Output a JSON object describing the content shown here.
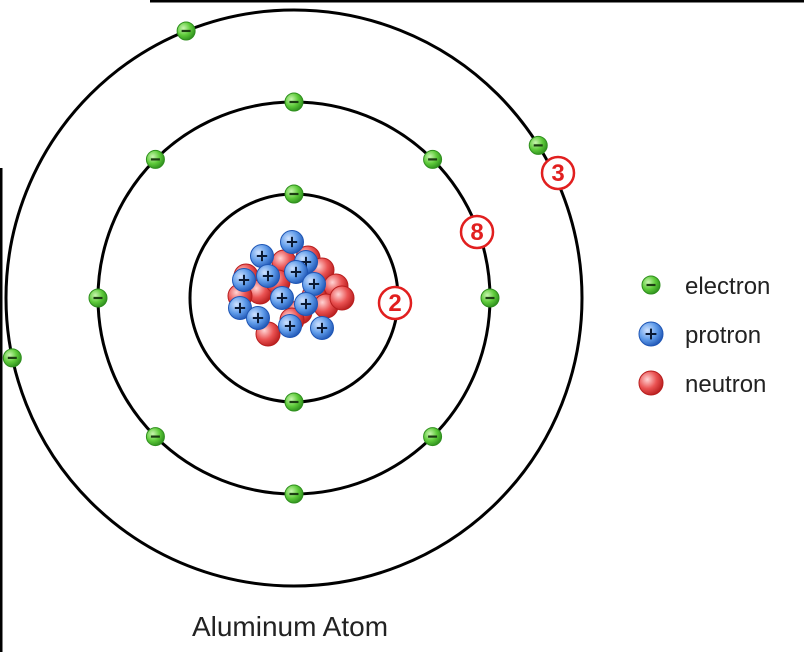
{
  "title": "Aluminum Atom",
  "shells": [
    {
      "label": "2",
      "electrons": 2
    },
    {
      "label": "8",
      "electrons": 8
    },
    {
      "label": "3",
      "electrons": 3
    }
  ],
  "legend": [
    {
      "label": "electron",
      "type": "electron"
    },
    {
      "label": "protron",
      "type": "proton"
    },
    {
      "label": "neutron",
      "type": "neutron"
    }
  ],
  "particle_symbols": {
    "electron": "−",
    "proton": "+"
  },
  "colors": {
    "orbit": "#000000",
    "electron": "#5ecb3a",
    "electron_dark": "#2f8f1e",
    "proton": "#4f8fe6",
    "proton_dark": "#1f56b5",
    "neutron": "#e84a4a",
    "neutron_dark": "#b81e1e",
    "shell_label": "#e11f1f",
    "text": "#222222"
  }
}
